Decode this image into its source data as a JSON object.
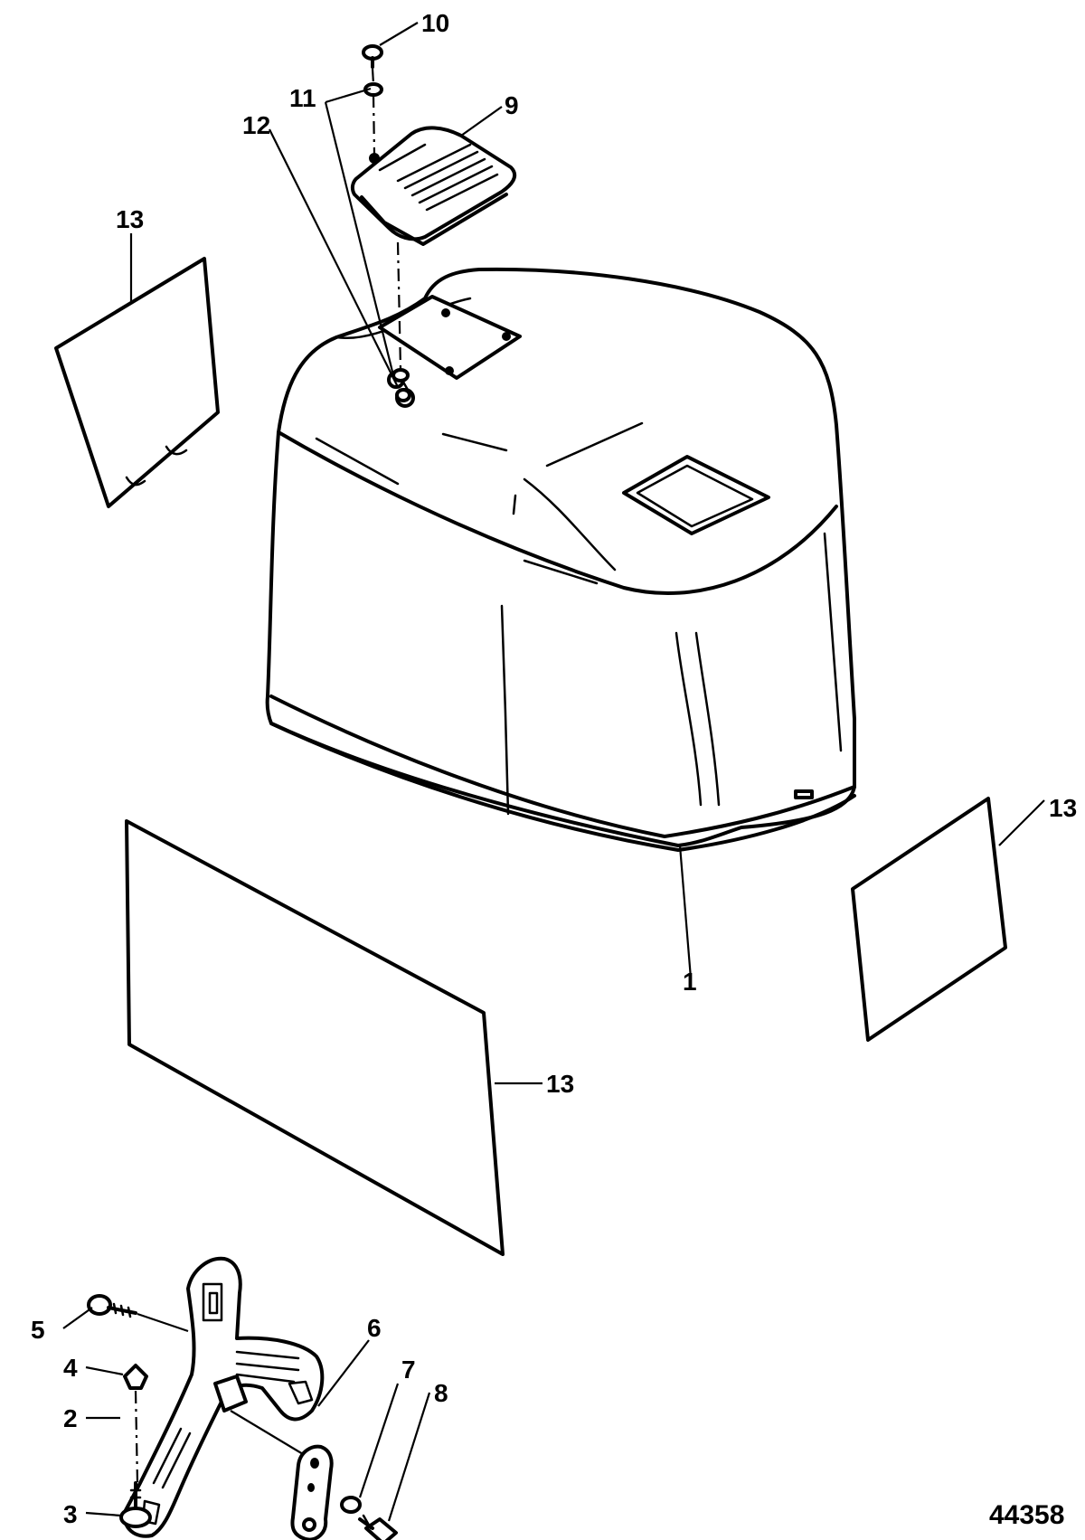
{
  "diagram": {
    "figure_number": "44358",
    "callouts": {
      "c1": "1",
      "c2": "2",
      "c3": "3",
      "c4": "4",
      "c5": "5",
      "c6": "6",
      "c7": "7",
      "c8": "8",
      "c9": "9",
      "c10": "10",
      "c11": "11",
      "c12": "12",
      "c13a": "13",
      "c13b": "13",
      "c13c": "13"
    }
  }
}
